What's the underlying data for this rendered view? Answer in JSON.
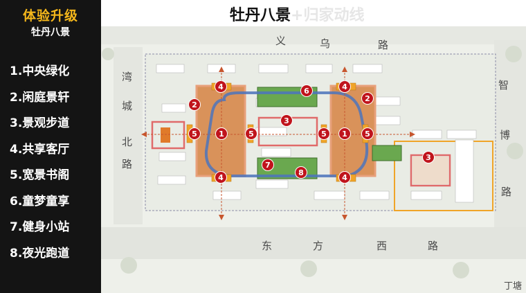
{
  "sidebar": {
    "title": "体验升级",
    "subtitle": "牡丹八景",
    "items": [
      {
        "label": "1.中央绿化"
      },
      {
        "label": "2.闲庭景轩"
      },
      {
        "label": "3.景观步道"
      },
      {
        "label": "4.共享客厅"
      },
      {
        "label": "5.宽景书阁"
      },
      {
        "label": "6.童梦童享"
      },
      {
        "label": "7.健身小站"
      },
      {
        "label": "8.夜光跑道"
      }
    ]
  },
  "header": {
    "title_main": "牡丹八景",
    "title_faded": "+归家动线"
  },
  "map": {
    "roads": {
      "top": [
        "义",
        "乌",
        "路"
      ],
      "bottom": [
        "东",
        "方",
        "西",
        "路"
      ],
      "left1": [
        "湾",
        "城",
        "北",
        "路"
      ],
      "right1": [
        "智",
        "博",
        "路"
      ],
      "corner": "丁塘"
    },
    "markers": [
      {
        "num": "4"
      },
      {
        "num": "6"
      },
      {
        "num": "4"
      },
      {
        "num": "2"
      },
      {
        "num": "2"
      },
      {
        "num": "3"
      },
      {
        "num": "5"
      },
      {
        "num": "1"
      },
      {
        "num": "5"
      },
      {
        "num": "5"
      },
      {
        "num": "1"
      },
      {
        "num": "5"
      },
      {
        "num": "3"
      },
      {
        "num": "7"
      },
      {
        "num": "8"
      },
      {
        "num": "4"
      },
      {
        "num": "4"
      }
    ],
    "colors": {
      "marker": "#c0141c",
      "plaza": "#d9925a",
      "green": "#5e9e3f",
      "route": "#5b82c6",
      "boundary": "#e06a6a",
      "orange": "#f0a428"
    }
  }
}
